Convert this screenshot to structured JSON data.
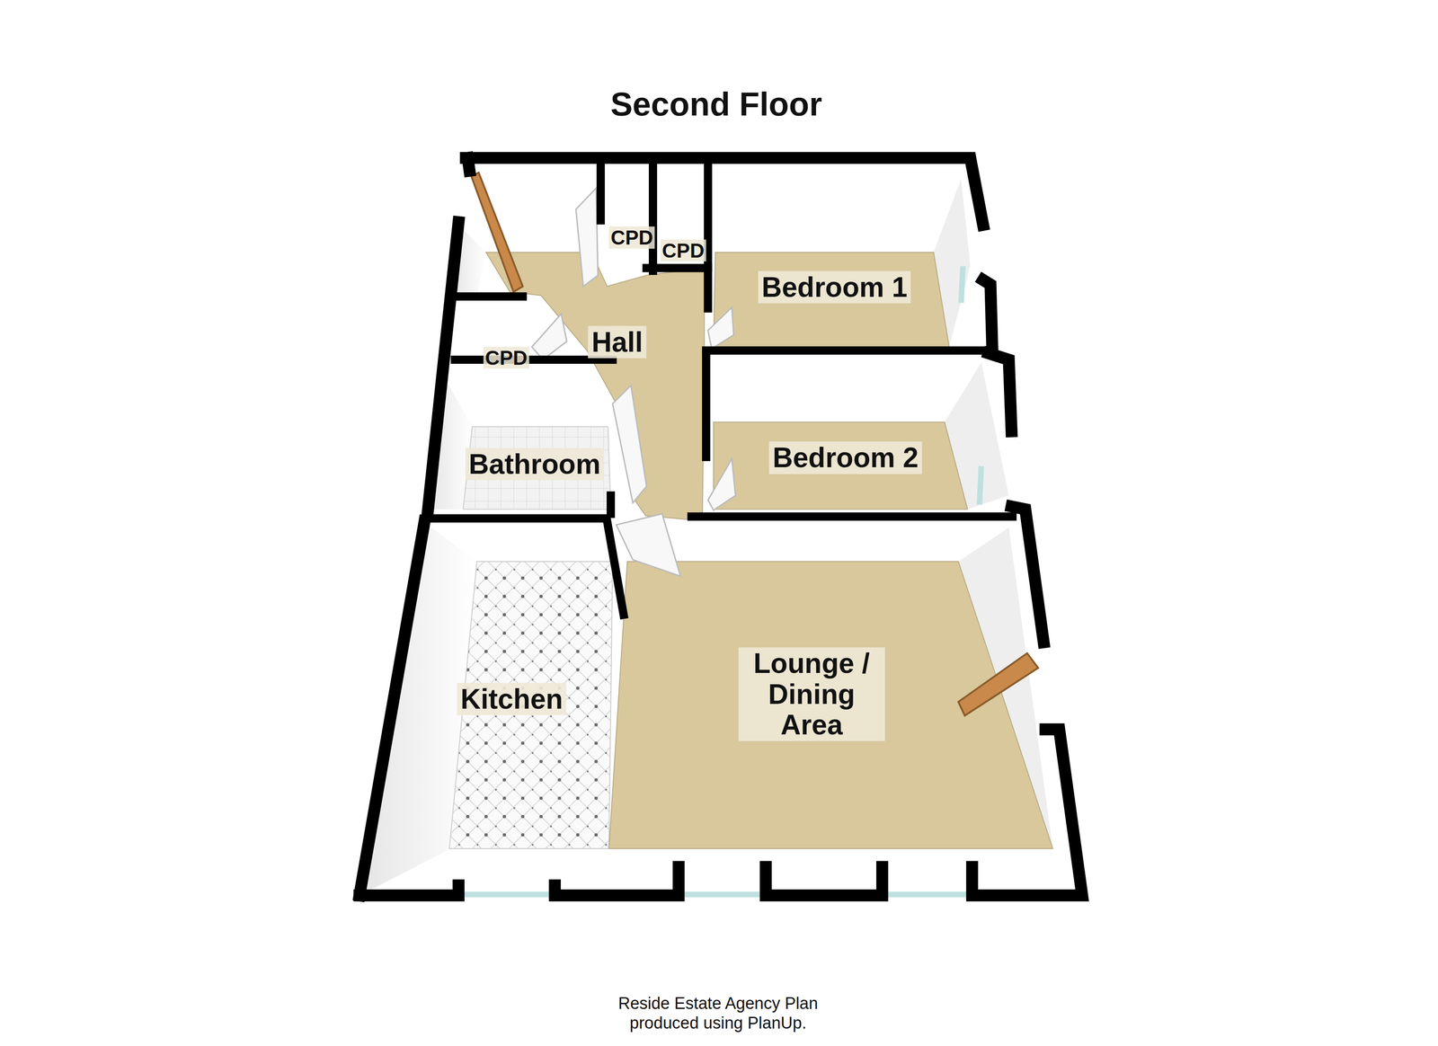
{
  "diagram": {
    "title": "Second Floor",
    "caption": "Reside Estate Agency Plan produced using PlanUp.",
    "nodes": [
      {
        "text": [
          "CPD"
        ]
      },
      {
        "text": [
          "CPD"
        ]
      },
      {
        "text": [
          "Bedroom 1"
        ]
      },
      {
        "text": [
          "Hall"
        ]
      },
      {
        "text": [
          "CPD"
        ]
      },
      {
        "text": [
          "Bathroom"
        ]
      },
      {
        "text": [
          "Bedroom 2"
        ]
      },
      {
        "text": [
          "Kitchen"
        ]
      },
      {
        "text": [
          "Lounge / Dining Area"
        ]
      }
    ]
  }
}
